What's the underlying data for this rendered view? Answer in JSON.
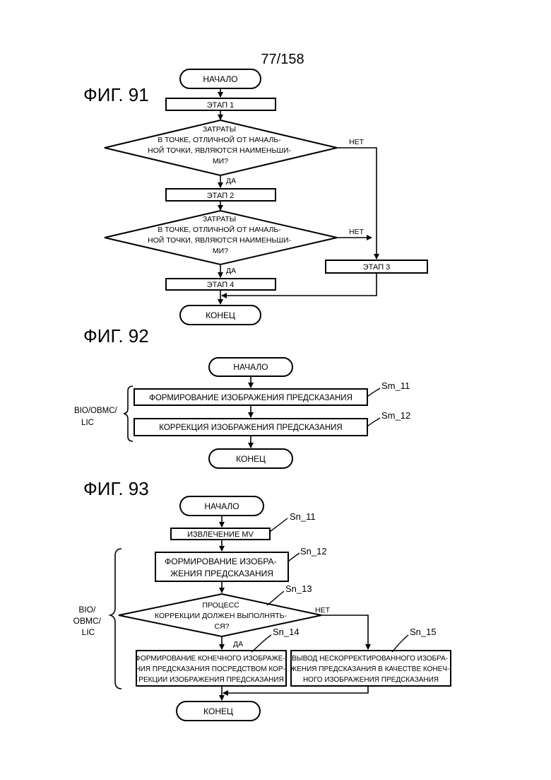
{
  "page_number": "77/158",
  "fig91": {
    "title": "ФИГ. 91",
    "start": "НАЧАЛО",
    "step1": "ЭТАП 1",
    "decision1": [
      "ЗАТРАТЫ",
      "В ТОЧКЕ, ОТЛИЧНОЙ ОТ НАЧАЛЬ-",
      "НОЙ ТОЧКИ, ЯВЛЯЮТСЯ НАИМЕНЬШИ-",
      "МИ?"
    ],
    "yes1": "ДА",
    "no1": "НЕТ",
    "step2": "ЭТАП 2",
    "decision2": [
      "ЗАТРАТЫ",
      "В ТОЧКЕ, ОТЛИЧНОЙ ОТ НАЧАЛЬ-",
      "НОЙ ТОЧКИ, ЯВЛЯЮТСЯ НАИМЕНЬШИ-",
      "МИ?"
    ],
    "yes2": "ДА",
    "no2": "НЕТ",
    "step3": "ЭТАП 3",
    "step4": "ЭТАП 4",
    "end": "КОНЕЦ"
  },
  "fig92": {
    "title": "ФИГ. 92",
    "start": "НАЧАЛО",
    "box1": "ФОРМИРОВАНИЕ ИЗОБРАЖЕНИЯ ПРЕДСКАЗАНИЯ",
    "ref1": "Sm_11",
    "box2": "КОРРЕКЦИЯ ИЗОБРАЖЕНИЯ ПРЕДСКАЗАНИЯ",
    "ref2": "Sm_12",
    "group": [
      "BIO/OBMC/",
      "LIC"
    ],
    "end": "КОНЕЦ"
  },
  "fig93": {
    "title": "ФИГ. 93",
    "start": "НАЧАЛО",
    "extract": "ИЗВЛЕЧЕНИЕ MV",
    "ref_extract": "Sn_11",
    "form": [
      "ФОРМИРОВАНИЕ ИЗОБРА-",
      "ЖЕНИЯ ПРЕДСКАЗАНИЯ"
    ],
    "ref_form": "Sn_12",
    "decision": [
      "ПРОЦЕСС",
      "КОРРЕКЦИИ ДОЛЖЕН ВЫПОЛНЯТЬ-",
      "СЯ?"
    ],
    "ref_decision": "Sn_13",
    "yes": "ДА",
    "no": "НЕТ",
    "left_box": [
      "ФОРМИРОВАНИЕ КОНЕЧНОГО ИЗОБРАЖЕ-",
      "НИЯ ПРЕДСКАЗАНИЯ ПОСРЕДСТВОМ КОР-",
      "РЕКЦИИ ИЗОБРАЖЕНИЯ ПРЕДСКАЗАНИЯ"
    ],
    "ref_left": "Sn_14",
    "right_box": [
      "ВЫВОД НЕСКОРРЕКТИРОВАННОГО ИЗОБРА-",
      "ЖЕНИЯ ПРЕДСКАЗАНИЯ В КАЧЕСТВЕ КОНЕЧ-",
      "НОГО ИЗОБРАЖЕНИЯ ПРЕДСКАЗАНИЯ"
    ],
    "ref_right": "Sn_15",
    "group": [
      "BIO/",
      "OBMC/",
      "LIC"
    ],
    "end": "КОНЕЦ"
  }
}
